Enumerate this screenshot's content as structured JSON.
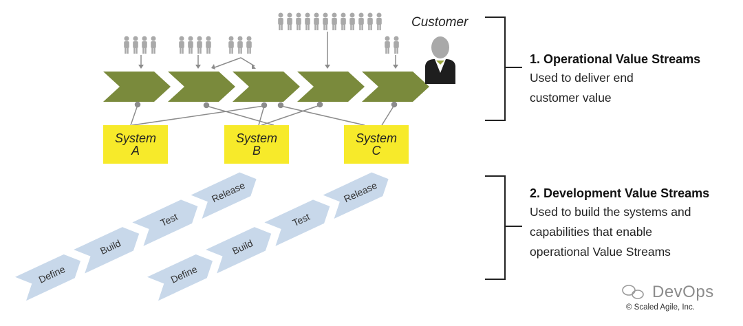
{
  "customer_label": "Customer",
  "systems": [
    {
      "line1": "System",
      "line2": "A"
    },
    {
      "line1": "System",
      "line2": "B"
    },
    {
      "line1": "System",
      "line2": "C"
    }
  ],
  "streams": [
    {
      "title": "1. Operational Value Streams",
      "description": [
        "Used to deliver end",
        "customer value"
      ]
    },
    {
      "title": "2. Development Value Streams",
      "description": [
        "Used to build the systems and",
        "capabilities that enable",
        "operational Value Streams"
      ]
    }
  ],
  "dev_stages": {
    "row1": [
      "Define",
      "Build",
      "Test",
      "Release"
    ],
    "row2": [
      "Define",
      "Build",
      "Test",
      "Release"
    ]
  },
  "watermark": "DevOps",
  "copyright": "© Scaled Agile, Inc.",
  "colors": {
    "operational_chevron": "#7a8a3c",
    "development_chevron": "#c8d8ea",
    "system_box": "#f7ea2a",
    "people": "#a9a9a9"
  }
}
